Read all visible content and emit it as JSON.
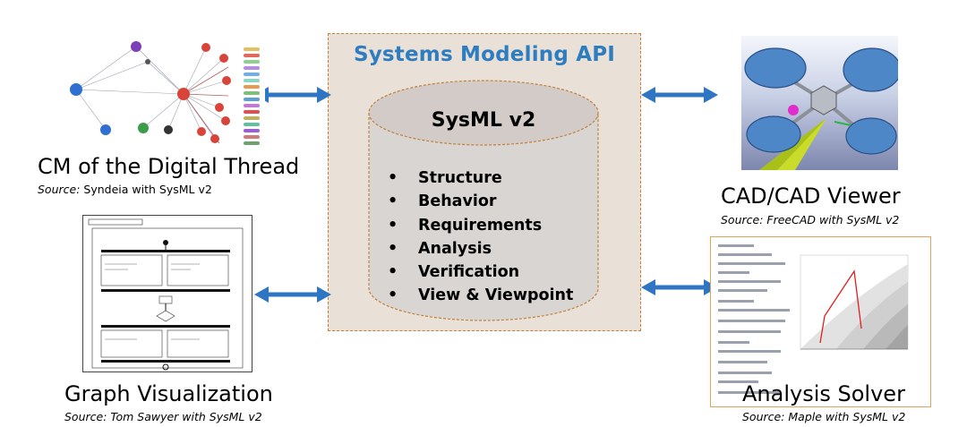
{
  "api": {
    "title": "Systems Modeling API",
    "cylinder_label": "SysML v2",
    "features": [
      "Structure",
      "Behavior",
      "Requirements",
      "Analysis",
      "Verification",
      "View & Viewpoint"
    ]
  },
  "panels": {
    "thread": {
      "title": "CM of the Digital Thread",
      "source_prefix": "Source:",
      "source_text": "Syndeia with SysML v2"
    },
    "graph": {
      "title": "Graph Visualization",
      "source": "Source: Tom Sawyer with SysML v2"
    },
    "cad": {
      "title": "CAD/CAD Viewer",
      "source": "Source: FreeCAD with SysML v2"
    },
    "analysis": {
      "title": "Analysis Solver",
      "source": "Source: Maple with SysML v2"
    }
  },
  "colors": {
    "accent": "#2f7dc1",
    "arrow": "#2e75c4",
    "box_fill": "#e9e1d8",
    "box_border": "#c3803a"
  },
  "icons": {
    "connector": "double-arrow-icon"
  }
}
